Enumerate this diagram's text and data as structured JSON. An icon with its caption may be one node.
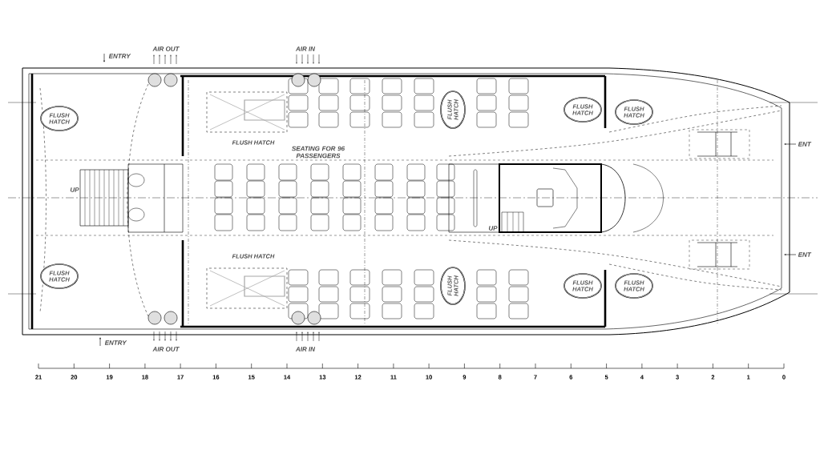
{
  "diagram": {
    "nodes": [
      {
        "text": [
          "FLUSH HATCH"
        ]
      },
      {
        "text": [
          "FLUSH HATCH"
        ]
      },
      {
        "text": [
          "FLUSH HATCH"
        ]
      },
      {
        "text": [
          "FLUSH HATCH"
        ]
      },
      {
        "text": [
          "FLUSH HATCH"
        ]
      },
      {
        "text": [
          "FLUSH HATCH"
        ]
      },
      {
        "text": [
          "FLUSH HATCH"
        ]
      },
      {
        "text": [
          "FLUSH HATCH"
        ]
      }
    ],
    "labels": [
      "AIR OUT",
      "AIR IN",
      "ENTRY",
      "FLUSH HATCH",
      "SEATING FOR 96 PASSENGERS",
      "ENT",
      "UP",
      "UP",
      "FLUSH HATCH",
      "ENT",
      "ENTRY",
      "AIR OUT",
      "AIR IN",
      "21",
      "20",
      "19",
      "18",
      "17",
      "16",
      "15",
      "14",
      "13",
      "12",
      "11",
      "10",
      "9",
      "8",
      "7",
      "6",
      "5",
      "4",
      "3",
      "2",
      "1",
      "0"
    ]
  }
}
